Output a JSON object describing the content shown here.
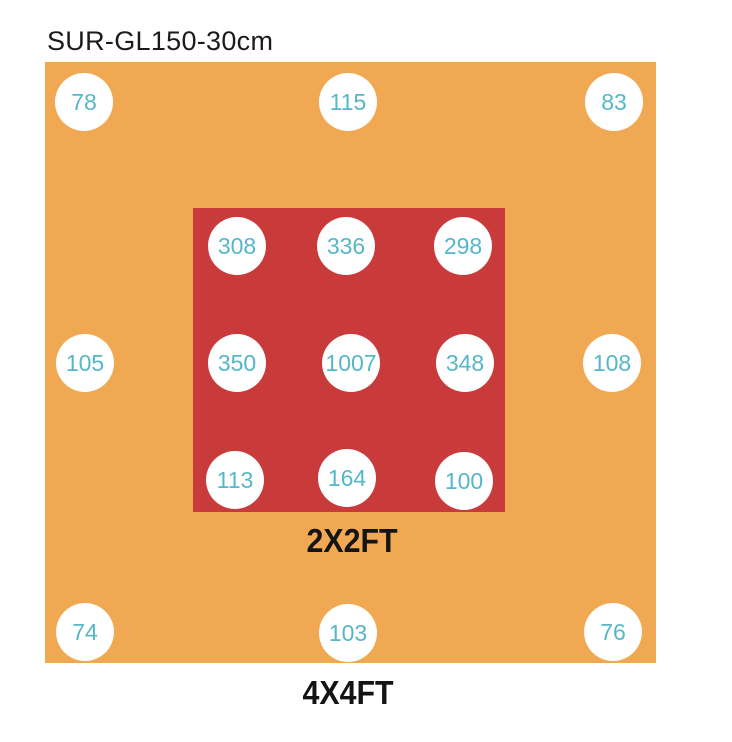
{
  "title": "SUR-GL150-30cm",
  "colors": {
    "outer_area": "#F0A952",
    "inner_area": "#C93B3B",
    "value_text": "#55B7C8",
    "circle_bg": "#FFFFFF",
    "label_text": "#141414"
  },
  "chart_data": {
    "type": "heatmap",
    "title": "SUR-GL150-30cm",
    "description": "Light intensity coverage map with measurement points on white circular markers",
    "legend_position": "none",
    "grid": "off",
    "zones": [
      {
        "label": "4X4FT",
        "area_color": "#F0A952",
        "points": [
          {
            "position": "top-left",
            "value": 78
          },
          {
            "position": "top-center",
            "value": 115
          },
          {
            "position": "top-right",
            "value": 83
          },
          {
            "position": "middle-left",
            "value": 105
          },
          {
            "position": "middle-right",
            "value": 108
          },
          {
            "position": "bottom-left",
            "value": 74
          },
          {
            "position": "bottom-center",
            "value": 103
          },
          {
            "position": "bottom-right",
            "value": 76
          }
        ]
      },
      {
        "label": "2X2FT",
        "area_color": "#C93B3B",
        "points": [
          {
            "position": "top-left",
            "value": 308
          },
          {
            "position": "top-center",
            "value": 336
          },
          {
            "position": "top-right",
            "value": 298
          },
          {
            "position": "middle-left",
            "value": 350
          },
          {
            "position": "center",
            "value": 1007
          },
          {
            "position": "middle-right",
            "value": 348
          },
          {
            "position": "bottom-left",
            "value": 113
          },
          {
            "position": "bottom-center",
            "value": 164
          },
          {
            "position": "bottom-right",
            "value": 100
          }
        ]
      }
    ]
  }
}
